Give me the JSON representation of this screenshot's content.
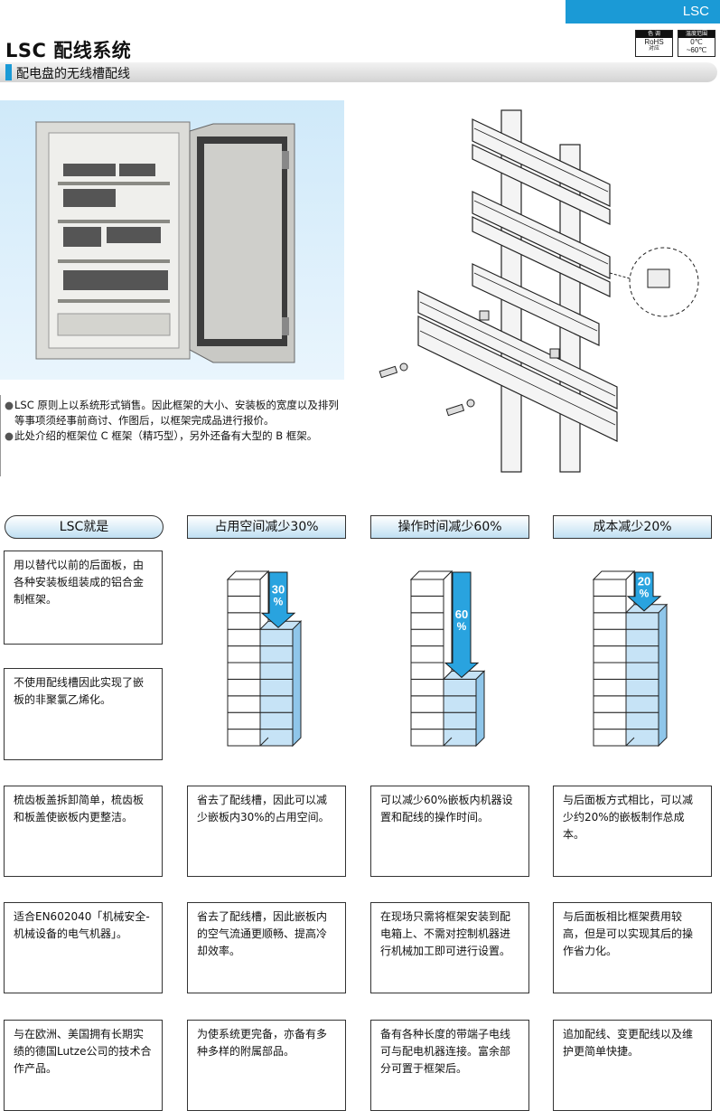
{
  "header": {
    "tag": "LSC",
    "title": "LSC 配线系统",
    "subtitle": "配电盘的无线槽配线",
    "spec_rohs": {
      "head": "色 调",
      "line1": "RoHS",
      "line2": "对应"
    },
    "spec_temp": {
      "head": "温度范围",
      "line1": "0℃",
      "line2": "~60℃"
    }
  },
  "notes": [
    "LSC 原则上以系统形式销售。因此框架的大小、安装板的宽度以及排列等事项须经事前商讨、作图后，以框架完成品进行报价。",
    "此处介绍的框架位 C 框架（精巧型），另外还备有大型的 B 框架。"
  ],
  "columns": [
    {
      "header": "LSC就是"
    },
    {
      "header": "占用空间减少30%",
      "reduction_percent": 30,
      "arrow_label": [
        "30",
        "%"
      ]
    },
    {
      "header": "操作时间减少60%",
      "reduction_percent": 60,
      "arrow_label": [
        "60",
        "%"
      ]
    },
    {
      "header": "成本减少20%",
      "reduction_percent": 20,
      "arrow_label": [
        "20",
        "%"
      ]
    }
  ],
  "rows": [
    [
      "用以替代以前的后面板，由各种安装板组装成的铝合金制框架。"
    ],
    [
      "不使用配线槽因此实现了嵌板的非聚氯乙烯化。"
    ],
    [
      "梳齿板盖拆卸简单，梳齿板和板盖使嵌板内更整洁。",
      "省去了配线槽，因此可以减少嵌板内30%的占用空间。",
      "可以减少60%嵌板内机器设置和配线的操作时间。",
      "与后面板方式相比，可以减少约20%的嵌板制作总成本。"
    ],
    [
      "适合EN602040「机械安全-机械设备的电气机器」。",
      "省去了配线槽，因此嵌板内的空气流通更顺畅、提高冷却效率。",
      "在现场只需将框架安装到配电箱上、不需对控制机器进行机械加工即可进行设置。",
      "与后面板相比框架费用较高，但是可以实现其后的操作省力化。"
    ],
    [
      "与在欧洲、美国拥有长期实绩的德国Lutze公司的技术合作产品。",
      "为使系统更完备，亦备有多种多样的附属部品。",
      "备有各种长度的带端子电线可与配电机器连接。富余部分可置于框架后。",
      "追加配线、变更配线以及维护更简单快捷。"
    ]
  ],
  "colors": {
    "accent": "#1b9ad6",
    "cell_blue": "#c6e3f6",
    "arrow": "#29a3df"
  }
}
